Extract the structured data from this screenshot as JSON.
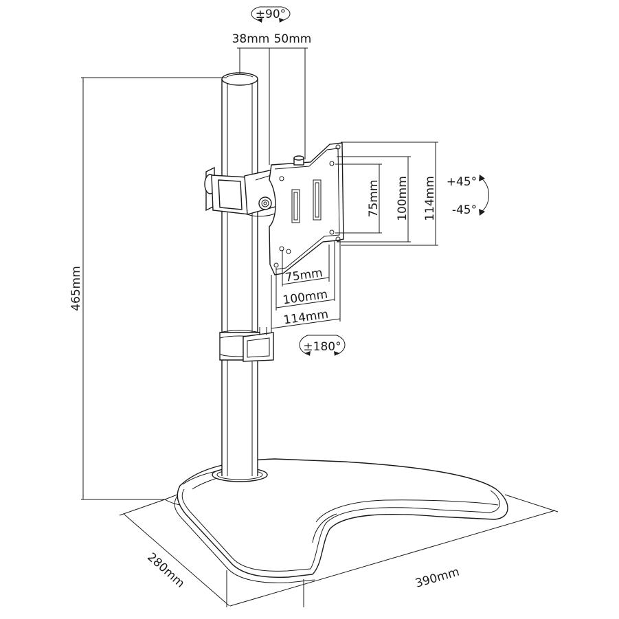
{
  "colors": {
    "line": "#1a1a1a",
    "background": "#ffffff"
  },
  "dimensions": {
    "rotation_top": "±90°",
    "pole_offset_a": "38mm",
    "pole_offset_b": "50mm",
    "height": "465mm",
    "tilt_up": "+45°",
    "tilt_down": "-45°",
    "vesa_v_75": "75mm",
    "vesa_v_100": "100mm",
    "vesa_v_114": "114mm",
    "vesa_h_75": "75mm",
    "vesa_h_100": "100mm",
    "vesa_h_114": "114mm",
    "swivel": "±180°",
    "base_depth": "280mm",
    "base_width": "390mm"
  },
  "icons": [
    "rotation-arrow-icon",
    "tilt-arrow-icon",
    "swivel-arrow-icon"
  ]
}
